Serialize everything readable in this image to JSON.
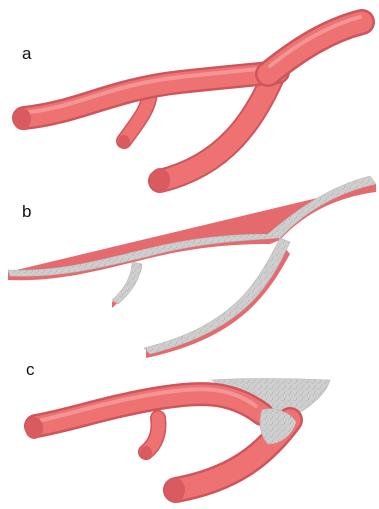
{
  "panels": [
    {
      "label": "a"
    },
    {
      "label": "b"
    },
    {
      "label": "c"
    }
  ],
  "colors": {
    "vessel_fill": "#ee7272",
    "vessel_dark": "#d95a5f",
    "vessel_highlight": "#f7a4a4",
    "section_fill": "#cdcdcd",
    "section_speckle": "#9a9a9a"
  }
}
